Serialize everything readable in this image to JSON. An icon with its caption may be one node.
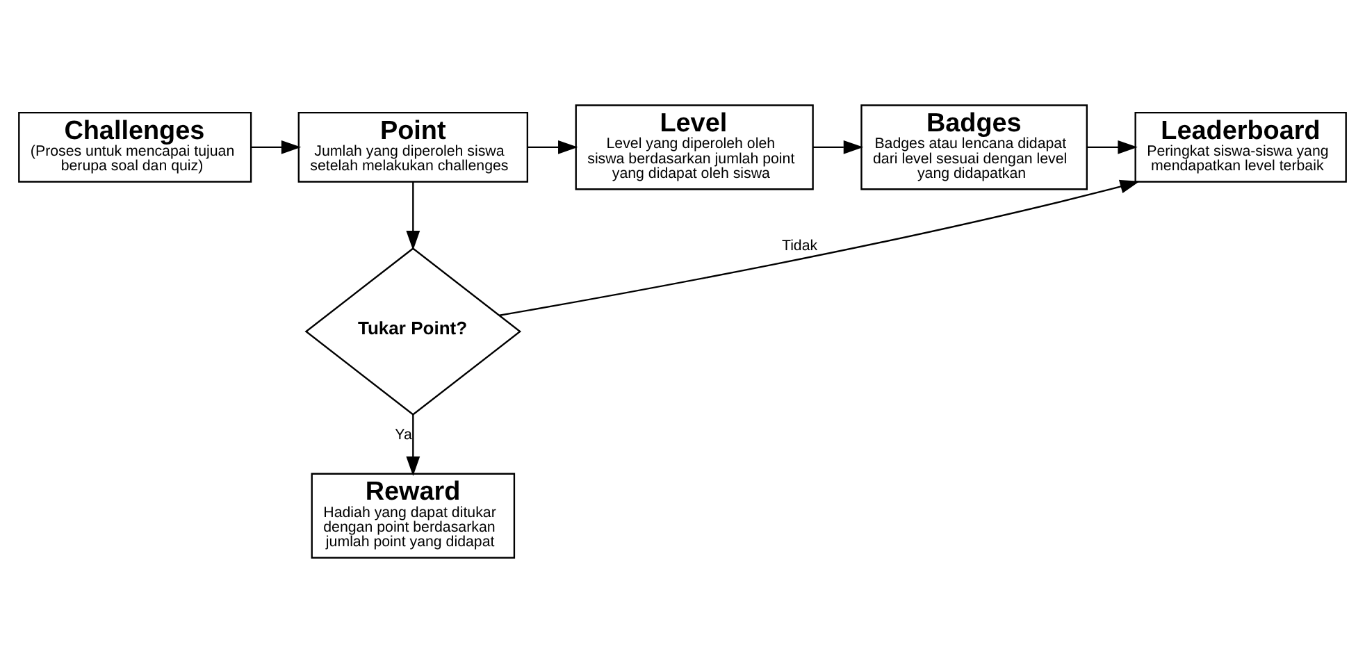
{
  "diagram": {
    "nodes": [
      {
        "text": [
          "Challenges",
          "(Proses untuk mencapai tujuan berupa soal dan quiz)"
        ]
      },
      {
        "text": [
          "Point",
          "Jumlah yang diperoleh siswa setelah melakukan challenges"
        ]
      },
      {
        "text": [
          "Level",
          "Level yang diperoleh oleh siswa berdasarkan jumlah point yang didapat oleh siswa"
        ]
      },
      {
        "text": [
          "Badges",
          "Badges atau lencana didapat dari level sesuai dengan level yang didapatkan"
        ]
      },
      {
        "text": [
          "Leaderboard",
          "Peringkat siswa-siswa yang mendapatkan level terbaik"
        ]
      },
      {
        "text": [
          "Tukar Point?"
        ]
      },
      {
        "text": [
          "Reward",
          "Hadiah yang dapat ditukar dengan point berdasarkan jumlah point yang didapat"
        ]
      }
    ],
    "edges": [
      {
        "from": 0,
        "to": 1,
        "arrow": "to"
      },
      {
        "from": 1,
        "to": 2,
        "arrow": "to"
      },
      {
        "from": 2,
        "to": 3,
        "arrow": "to"
      },
      {
        "from": 3,
        "to": 4,
        "arrow": "to"
      },
      {
        "from": 1,
        "to": 5,
        "arrow": "to"
      },
      {
        "from": 5,
        "to": 4,
        "arrow": "to",
        "label": "Tidak"
      },
      {
        "from": 5,
        "to": 6,
        "arrow": "to",
        "label": "Ya"
      }
    ]
  }
}
